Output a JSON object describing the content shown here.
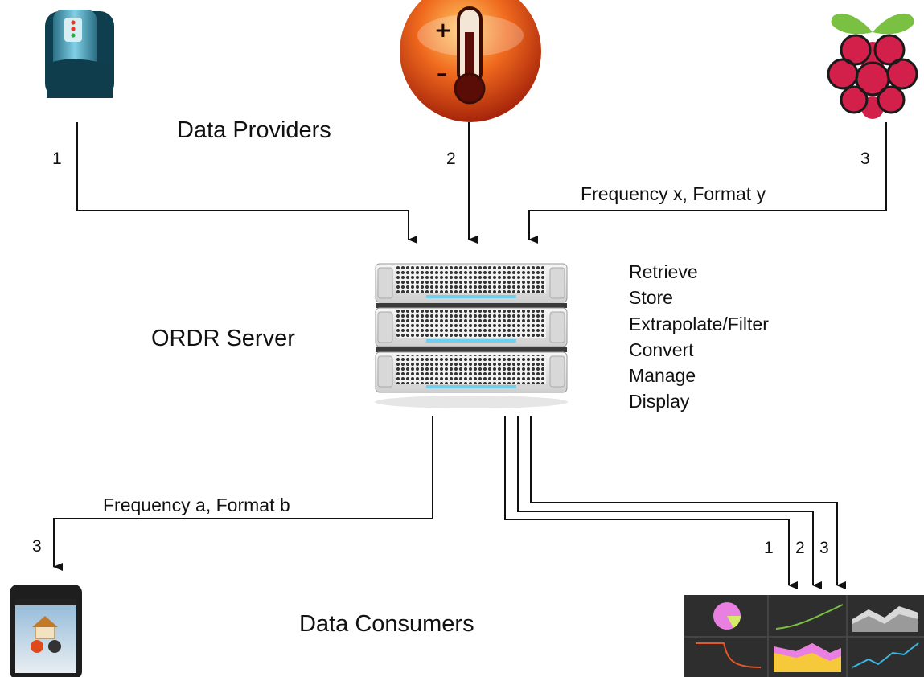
{
  "providers": {
    "heading": "Data Providers",
    "devices": [
      {
        "icon": "sensor-device-icon",
        "number": "1"
      },
      {
        "icon": "thermometer-icon",
        "number": "2"
      },
      {
        "icon": "raspberry-pi-icon",
        "number": "3"
      }
    ],
    "link3_label": "Frequency x, Format y"
  },
  "server": {
    "title": "ORDR Server",
    "icon": "server-rack-icon",
    "operations": [
      "Retrieve",
      "Store",
      "Extrapolate/Filter",
      "Convert",
      "Manage",
      "Display"
    ]
  },
  "consumers": {
    "heading": "Data Consumers",
    "phone_link_label": "Frequency a, Format b",
    "phone_number": "3",
    "dashboard_numbers": [
      "1",
      "2",
      "3"
    ],
    "icons": [
      "smartphone-icon",
      "dashboard-icon"
    ]
  },
  "colors": {
    "line": "#111111",
    "thermo_red": "#d9401a",
    "raspberry": "#d2204a",
    "leaf": "#7ac143",
    "dashboard_bg": "#2e2e2e"
  }
}
